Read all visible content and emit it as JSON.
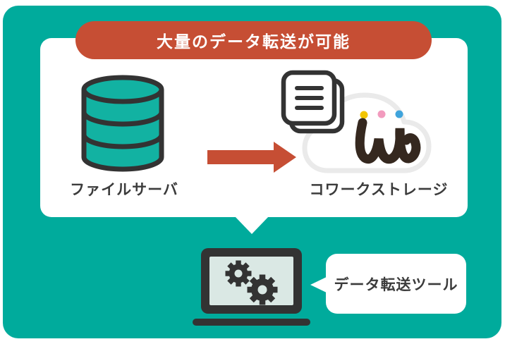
{
  "diagram": {
    "banner": {
      "label": "大量のデータ転送が可能"
    },
    "nodes": {
      "source": {
        "label": "ファイルサーバ",
        "icon": "database-icon"
      },
      "destination": {
        "label": "コワークストレージ",
        "icon": "cloud-storage-icon"
      }
    },
    "flow": {
      "icon": "arrow-right-icon",
      "direction": "left-to-right"
    },
    "tool": {
      "label": "データ転送ツール",
      "icon": "laptop-gears-icon"
    }
  },
  "icons": {
    "database": "stacked-cylinder",
    "arrow": "solid-right-arrow",
    "cloud": "cloud-outline-with-w-logo-and-three-dots",
    "documents": "stacked-sheets-with-three-lines",
    "laptop": "laptop-with-two-gears",
    "bubble_tail": "left-pointing-triangle",
    "panel_tail": "down-pointing-triangle"
  },
  "colors": {
    "teal": "#00AB9C",
    "teal-icon": "#12B2A2",
    "red": "#C64E34",
    "dark-icon": "#333333",
    "dark-text": "#3B3B3B",
    "screen": "#DAE8E4",
    "cloud-outline": "#EAEAEA",
    "logo": "#35281F",
    "dot-yellow": "#F2C500",
    "dot-pink": "#F29BBE",
    "dot-blue": "#3FA4DC"
  }
}
